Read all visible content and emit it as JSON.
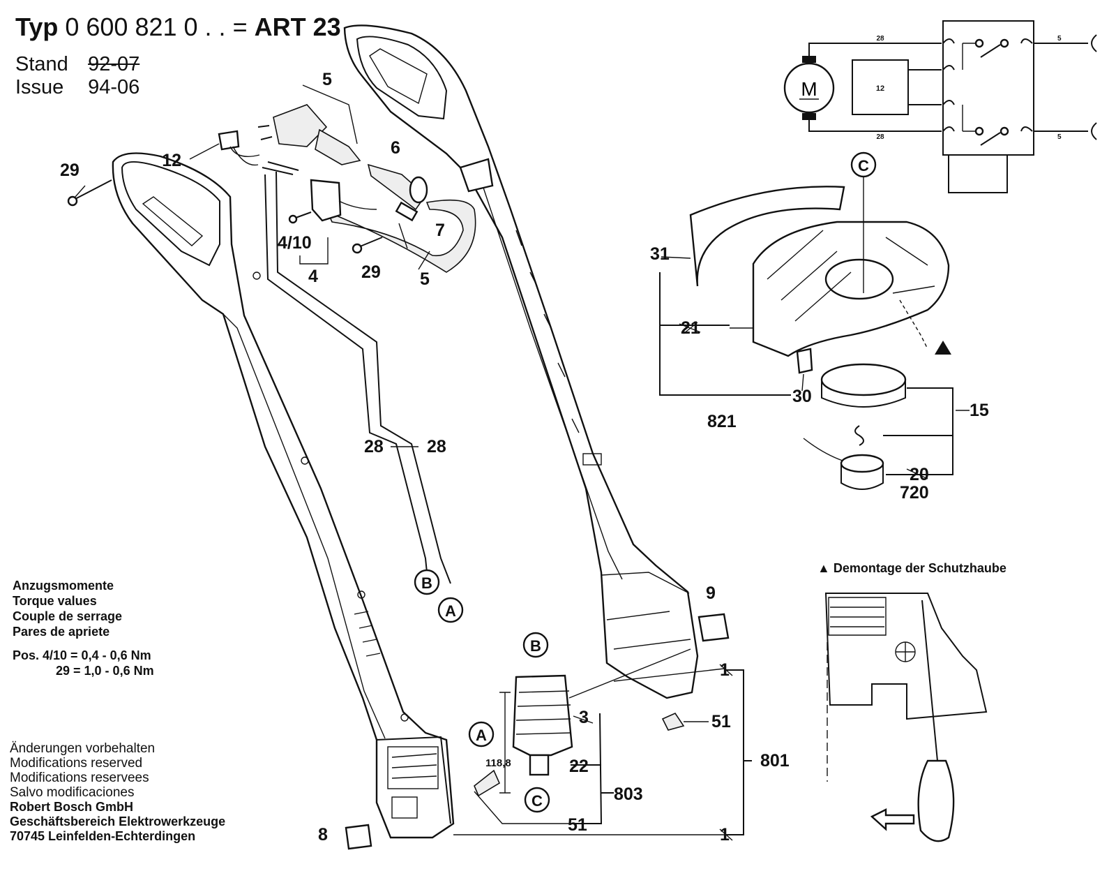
{
  "header": {
    "typ_label": "Typ",
    "type_number": "0 600 821",
    "type_suffix": "0 . . =",
    "model": "ART 23",
    "stand_label": "Stand",
    "stand_value": "92-07",
    "issue_label": "Issue",
    "issue_value": "94-06"
  },
  "torque": {
    "lines": [
      "Anzugsmomente",
      "Torque values",
      "Couple de serrage",
      "Pares de apriete"
    ],
    "pos1": "Pos. 4/10 = 0,4 - 0,6 Nm",
    "pos2": "29 = 1,0 - 0,6 Nm"
  },
  "footer": {
    "lines": [
      "Änderungen vorbehalten",
      "Modifications reserved",
      "Modifications reservees",
      "Salvo modificaciones"
    ],
    "company": [
      "Robert Bosch GmbH",
      "Geschäftsbereich Elektrowerkzeuge",
      "70745 Leinfelden-Echterdingen"
    ]
  },
  "demontage": {
    "symbol": "▲",
    "caption": "Demontage der Schutzhaube"
  },
  "circuit": {
    "motor": "M",
    "box": "12",
    "wire_top": "28",
    "wire_bottom": "28",
    "right_top": "5",
    "right_bottom": "5"
  },
  "parts": {
    "p5a": "5",
    "p6": "6",
    "p12": "12",
    "p29a": "29",
    "p29b": "29",
    "p7": "7",
    "p4_10": "4/10",
    "p4": "4",
    "p5b": "5",
    "p28a": "28",
    "p28b": "28",
    "pB1": "B",
    "pA1": "A",
    "pB2": "B",
    "pA2": "A",
    "pC1": "C",
    "pC2": "C",
    "p31": "31",
    "p21": "21",
    "p30": "30",
    "p821": "821",
    "p15": "15",
    "p20": "20",
    "p720": "720",
    "p9": "9",
    "p1a": "1",
    "p1b": "1",
    "p51a": "51",
    "p51b": "51",
    "p801": "801",
    "p3": "3",
    "p22": "22",
    "p803": "803",
    "p8": "8",
    "dim": "118,8"
  }
}
